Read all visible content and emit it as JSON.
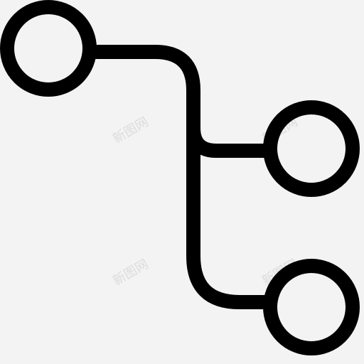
{
  "watermark": {
    "text": "新图网"
  },
  "colors": {
    "background": "#f3f3f3",
    "stroke": "#000000",
    "watermark": "#d9d9d9"
  },
  "icon": {
    "name": "tree-structure-icon",
    "nodes": [
      {
        "name": "root-node"
      },
      {
        "name": "child-node-1"
      },
      {
        "name": "child-node-2"
      }
    ]
  }
}
